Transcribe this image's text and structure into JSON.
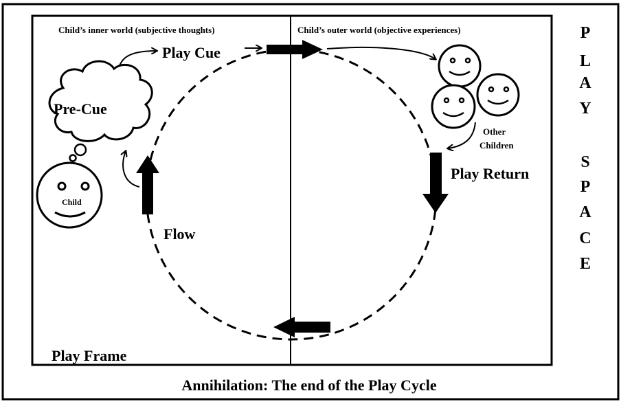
{
  "labels": {
    "inner_world": "Child’s inner world (subjective thoughts)",
    "outer_world": "Child’s outer world (objective experiences)",
    "play_cue": "Play Cue",
    "pre_cue": "Pre-Cue",
    "child": "Child",
    "flow": "Flow",
    "play_return": "Play Return",
    "other_children": [
      "Other",
      "Children"
    ],
    "play_frame": "Play Frame",
    "caption": "Annihilation: The end of the Play Cycle"
  },
  "side_title": {
    "letters_top": [
      "P",
      "L",
      "A",
      "Y"
    ],
    "letters_bottom": [
      "S",
      "P",
      "A",
      "C",
      "E"
    ]
  },
  "colors": {
    "ink": "#000000",
    "background": "#ffffff"
  }
}
